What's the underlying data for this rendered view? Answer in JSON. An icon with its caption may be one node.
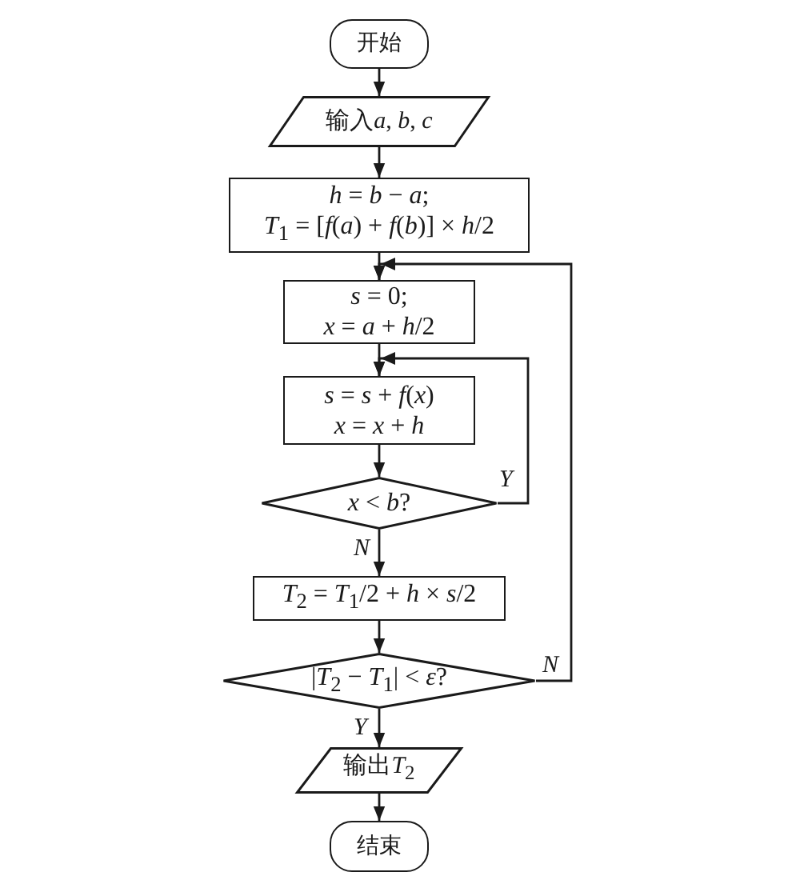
{
  "diagram": {
    "nodes": [
      {
        "text": [
          "开始"
        ]
      },
      {
        "text": [
          "输入a, b, c"
        ]
      },
      {
        "text": [
          "h = b − a;",
          "T$_{1}$ = [f(a) + f(b)] × h/2"
        ]
      },
      {
        "text": [
          "s = 0;",
          "x = a + h/2"
        ]
      },
      {
        "text": [
          "s = s + f(x)",
          "x = x + h"
        ]
      },
      {
        "text": [
          "x < b?"
        ]
      },
      {
        "text": [
          "T$_{2}$ = T$_{1}$/2 + h × s/2"
        ]
      },
      {
        "text": [
          "|T$_{2}$ − T$_{1}$| < ε?"
        ]
      },
      {
        "text": [
          "输出T$_{2}$"
        ]
      },
      {
        "text": [
          "结束"
        ]
      }
    ],
    "edges": [
      {
        "from": 0,
        "to": 1,
        "arrow": "to"
      },
      {
        "from": 1,
        "to": 2,
        "arrow": "to"
      },
      {
        "from": 2,
        "to": 3,
        "arrow": "to"
      },
      {
        "from": 3,
        "to": 4,
        "arrow": "to"
      },
      {
        "from": 4,
        "to": 5,
        "arrow": "to"
      },
      {
        "from": 5,
        "to": 4,
        "arrow": "to",
        "label": "Y"
      },
      {
        "from": 5,
        "to": 6,
        "arrow": "to",
        "label": "N"
      },
      {
        "from": 6,
        "to": 7,
        "arrow": "to"
      },
      {
        "from": 7,
        "to": 3,
        "arrow": "to",
        "label": "N"
      },
      {
        "from": 7,
        "to": 8,
        "arrow": "to",
        "label": "Y"
      },
      {
        "from": 8,
        "to": 9,
        "arrow": "to"
      }
    ]
  }
}
